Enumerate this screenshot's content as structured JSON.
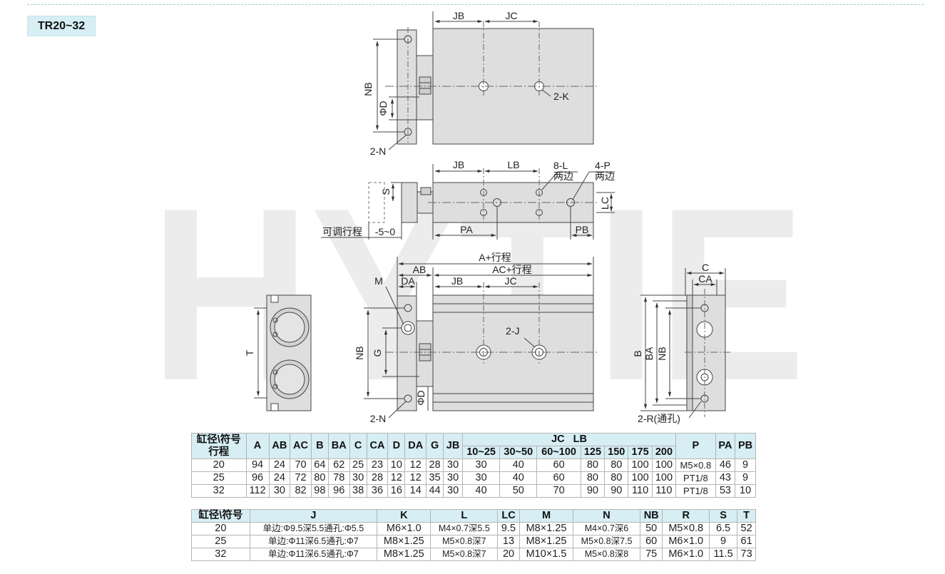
{
  "model": "TR20~32",
  "watermark": "HYTIE",
  "drawing_labels": {
    "jb": "JB",
    "jc": "JC",
    "lb": "LB",
    "nb": "NB",
    "phi_d": "ΦD",
    "two_n": "2-N",
    "two_k": "2-K",
    "eight_l": "8-L",
    "four_p": "4-P",
    "both_sides": "两边",
    "s": "S",
    "lc": "LC",
    "pa": "PA",
    "pb": "PB",
    "adjustable_stroke": "可调行程",
    "minus_five_zero": "-5~0",
    "a_stroke": "A+行程",
    "ac_stroke": "AC+行程",
    "ab": "AB",
    "da": "DA",
    "m": "M",
    "g": "G",
    "two_j": "2-J",
    "t": "T",
    "c": "C",
    "ca": "CA",
    "b": "B",
    "ba": "BA",
    "two_r": "2-R(通孔)"
  },
  "table1": {
    "corner_top": "缸径\\符号",
    "corner_bottom": "行程",
    "headers": [
      "A",
      "AB",
      "AC",
      "B",
      "BA",
      "C",
      "CA",
      "D",
      "DA",
      "G",
      "JB"
    ],
    "jc_lb_header": "JC   LB",
    "stroke_headers": [
      "10~25",
      "30~50",
      "60~100",
      "125",
      "150",
      "175",
      "200"
    ],
    "tail_headers": [
      "P",
      "PA",
      "PB"
    ],
    "rows": [
      [
        "20",
        "94",
        "24",
        "70",
        "64",
        "62",
        "25",
        "23",
        "10",
        "12",
        "28",
        "30",
        "30",
        "40",
        "60",
        "80",
        "80",
        "100",
        "100",
        "M5×0.8",
        "46",
        "9"
      ],
      [
        "25",
        "96",
        "24",
        "72",
        "80",
        "78",
        "30",
        "28",
        "12",
        "12",
        "35",
        "30",
        "30",
        "40",
        "60",
        "80",
        "80",
        "100",
        "100",
        "PT1/8",
        "43",
        "9"
      ],
      [
        "32",
        "112",
        "30",
        "82",
        "98",
        "96",
        "38",
        "36",
        "16",
        "14",
        "44",
        "30",
        "40",
        "50",
        "70",
        "90",
        "90",
        "110",
        "110",
        "PT1/8",
        "53",
        "10"
      ]
    ]
  },
  "table2": {
    "corner": "缸径\\符号",
    "headers": [
      "J",
      "K",
      "L",
      "LC",
      "M",
      "N",
      "NB",
      "R",
      "S",
      "T"
    ],
    "rows": [
      [
        "20",
        "单边:Φ9.5深5.5通孔:Φ5.5",
        "M6×1.0",
        "M4×0.7深5.5",
        "9.5",
        "M8×1.25",
        "M4×0.7深6",
        "50",
        "M5×0.8",
        "6.5",
        "52"
      ],
      [
        "25",
        "单边:Φ11深6.5通孔:Φ7",
        "M8×1.25",
        "M5×0.8深7",
        "13",
        "M8×1.25",
        "M5×0.8深7.5",
        "60",
        "M6×1.0",
        "9",
        "61"
      ],
      [
        "32",
        "单边:Φ11深6.5通孔:Φ7",
        "M8×1.25",
        "M5×0.8深7",
        "20",
        "M10×1.5",
        "M5×0.8深8",
        "75",
        "M6×1.0",
        "11.5",
        "73"
      ]
    ]
  }
}
